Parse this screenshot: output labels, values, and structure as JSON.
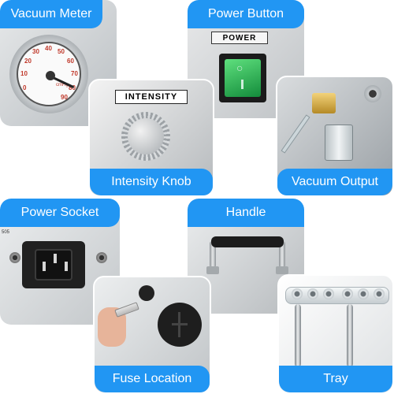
{
  "labels": {
    "vacuum_meter": "Vacuum Meter",
    "power_button": "Power Button",
    "intensity_knob": "Intensity Knob",
    "vacuum_output": "Vacuum Output",
    "power_socket": "Power Socket",
    "handle": "Handle",
    "fuse_location": "Fuse Location",
    "tray": "Tray"
  },
  "plates": {
    "intensity": "INTENSITY",
    "power": "POWER"
  },
  "gauge": {
    "numbers": [
      "0",
      "10",
      "20",
      "30",
      "40",
      "50",
      "60",
      "70",
      "80",
      "90"
    ],
    "unit": "cmHg"
  },
  "colors": {
    "label_bg": "#2196f3",
    "label_text": "#ffffff",
    "switch_green": "#1fa94a"
  }
}
